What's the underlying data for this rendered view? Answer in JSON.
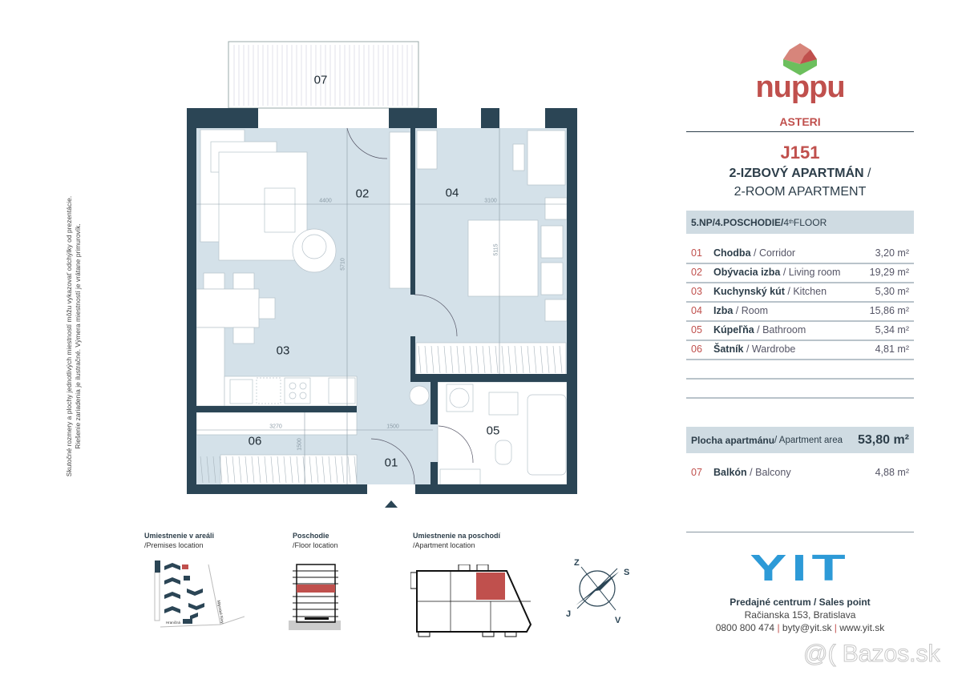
{
  "disclaimer": {
    "line1": "Skutočné rozmery a plochy jednotlivých miestností môžu vykazovať odchýlky od prezentácie.",
    "line2": "Riešenie zariadenia je ilustračné. Výmera miestností je vrátane primurovík."
  },
  "plan": {
    "rooms": [
      {
        "id": "07"
      },
      {
        "id": "02"
      },
      {
        "id": "04"
      },
      {
        "id": "03"
      },
      {
        "id": "05"
      },
      {
        "id": "06"
      },
      {
        "id": "01"
      }
    ],
    "dimensions": [
      "4400",
      "3100",
      "5710",
      "5115",
      "3270",
      "1500",
      "1500"
    ],
    "floor_color": "#d4e1e9",
    "wall_color": "#2b4555"
  },
  "brand": {
    "logo": "nuppu",
    "project": "ASTERI",
    "accent": "#c0504d"
  },
  "unit": {
    "code": "J151",
    "type_sk": "2-IZBOVÝ APARTMÁN",
    "type_sep": " /",
    "type_en": "2-ROOM APARTMENT",
    "floor_sk": "5.NP/4.POSCHODIE/",
    "floor_num": " 4",
    "floor_sup": "th",
    "floor_en": " FLOOR"
  },
  "rooms_table": [
    {
      "num": "01",
      "sk": "Chodba",
      "en": " / Corridor",
      "area": "3,20 m²"
    },
    {
      "num": "02",
      "sk": "Obývacia izba",
      "en": " / Living room",
      "area": "19,29 m²"
    },
    {
      "num": "03",
      "sk": "Kuchynský kút",
      "en": " / Kitchen",
      "area": "5,30 m²"
    },
    {
      "num": "04",
      "sk": "Izba",
      "en": " / Room",
      "area": "15,86 m²"
    },
    {
      "num": "05",
      "sk": "Kúpeľňa",
      "en": " / Bathroom",
      "area": "5,34 m²"
    },
    {
      "num": "06",
      "sk": "Šatník",
      "en": " / Wardrobe",
      "area": "4,81 m²"
    }
  ],
  "total": {
    "label_sk": "Plocha apartmánu",
    "label_en": " / Apartment area",
    "value": "53,80 m²"
  },
  "balcony": {
    "num": "07",
    "sk": "Balkón",
    "en": " / Balcony",
    "area": "4,88 m²"
  },
  "locations": [
    {
      "title": "Umiestnenie v areáli",
      "subtitle": "/Premises location"
    },
    {
      "title": "Poschodie",
      "subtitle": "/Floor location"
    },
    {
      "title": "Umiestnenie na poschodí",
      "subtitle": "/Apartment location"
    }
  ],
  "site_streets": [
    "Mlynské Nivy",
    "Hraničná"
  ],
  "compass": {
    "n": "Z",
    "e": "S",
    "s": "V",
    "w": "J"
  },
  "developer": {
    "logo": "YIT",
    "logo_color": "#2d9ad7",
    "sales_title": "Predajné centrum / Sales point",
    "address": "Račianska 153, Bratislava",
    "phone": "0800 800 474",
    "email": "byty@yit.sk",
    "web": "www.yit.sk"
  },
  "watermark": "@( Bazos.sk"
}
